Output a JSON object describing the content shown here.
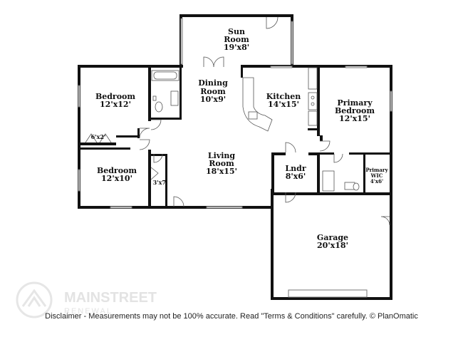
{
  "rooms": {
    "sun_room": {
      "name_line1": "Sun",
      "name_line2": "Room",
      "dims": "19'x8'"
    },
    "dining_room": {
      "name_line1": "Dining",
      "name_line2": "Room",
      "dims": "10'x9'"
    },
    "kitchen": {
      "name": "Kitchen",
      "dims": "14'x15'"
    },
    "primary_bedroom": {
      "name_line1": "Primary",
      "name_line2": "Bedroom",
      "dims": "12'x15'"
    },
    "bedroom_1": {
      "name": "Bedroom",
      "dims": "12'x12'"
    },
    "bedroom_2": {
      "name": "Bedroom",
      "dims": "12'x10'"
    },
    "closet_1": {
      "dims": "6'x2'"
    },
    "closet_2": {
      "dims": "3'x7'"
    },
    "living_room": {
      "name_line1": "Living",
      "name_line2": "Room",
      "dims": "18'x15'"
    },
    "laundry": {
      "name": "Lndr",
      "dims": "8'x6'"
    },
    "primary_wic": {
      "name_line1": "Primary",
      "name_line2": "WIC",
      "dims": "4'x6'"
    },
    "garage": {
      "name": "Garage",
      "dims": "20'x18'"
    }
  },
  "logo": {
    "text": "MAINSTREET",
    "subtext": "RENEWAL"
  },
  "disclaimer": "Disclaimer - Measurements may not be 100% accurate. Read \"Terms & Conditions\" carefully. © PlanOmatic"
}
